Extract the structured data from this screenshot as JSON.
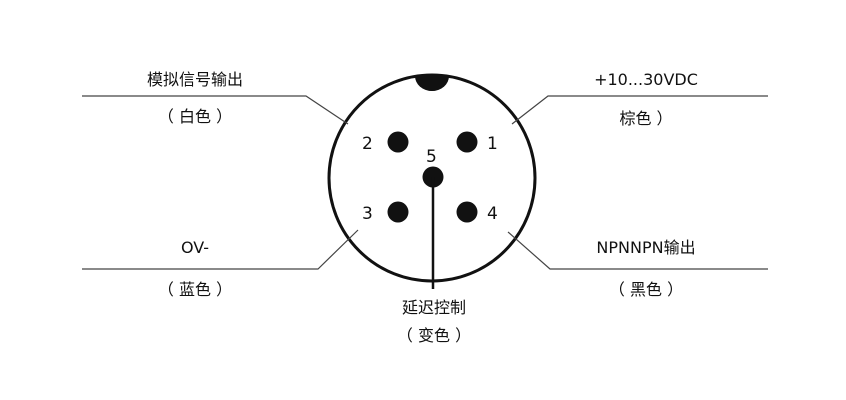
{
  "labels": {
    "top_left": "模拟信号输出",
    "top_left_color": "（ 白色 ）",
    "bottom_left": "OV-",
    "bottom_left_color": "（ 蓝色 ）",
    "top_right": "+10...30VDC",
    "top_right_color": "棕色 ）",
    "bottom_right": "NPNNPN输出",
    "bottom_right_color": "（ 黑色 ）",
    "center": "延迟控制",
    "center_color": "（ 变色 ）"
  },
  "pins": {
    "pin1": "1",
    "pin2": "2",
    "pin3": "3",
    "pin4": "4",
    "pin5": "5"
  }
}
